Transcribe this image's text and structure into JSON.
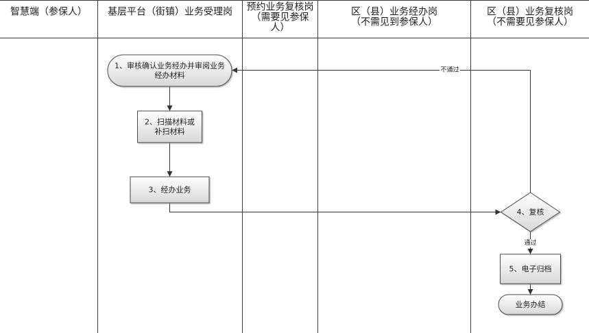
{
  "lanes": [
    {
      "title": [
        "智慧端（参保人）"
      ]
    },
    {
      "title": [
        "基层平台（街镇）业务受理岗"
      ]
    },
    {
      "title": [
        "预约业务复核岗",
        "（需要见参保",
        "人）"
      ]
    },
    {
      "title": [
        "区（县）业务经办岗",
        "（不需见到参保人）"
      ]
    },
    {
      "title": [
        "区（县）业务复核岗",
        "（不需要见参保人）"
      ]
    }
  ],
  "steps": {
    "step1": [
      "1、审核确认业务经办并审阅业务",
      "经办材料"
    ],
    "step2": [
      "2、扫描材料或",
      "补扫材料"
    ],
    "step3": [
      "3、经办业务"
    ],
    "step4": [
      "4、复核"
    ],
    "step5": [
      "5、电子归档"
    ],
    "end": [
      "业务办结"
    ]
  },
  "edge_labels": {
    "reject": "不通过",
    "pass": "通过"
  },
  "colors": {
    "background": "#ffffff",
    "lane_line": "#3a3a3a",
    "connector": "#333333",
    "shape_stroke": "#4a4a4a",
    "shape_fill_top": "#ffffff",
    "shape_fill_bottom": "#d8d8d8",
    "text": "#1e1e1e"
  }
}
